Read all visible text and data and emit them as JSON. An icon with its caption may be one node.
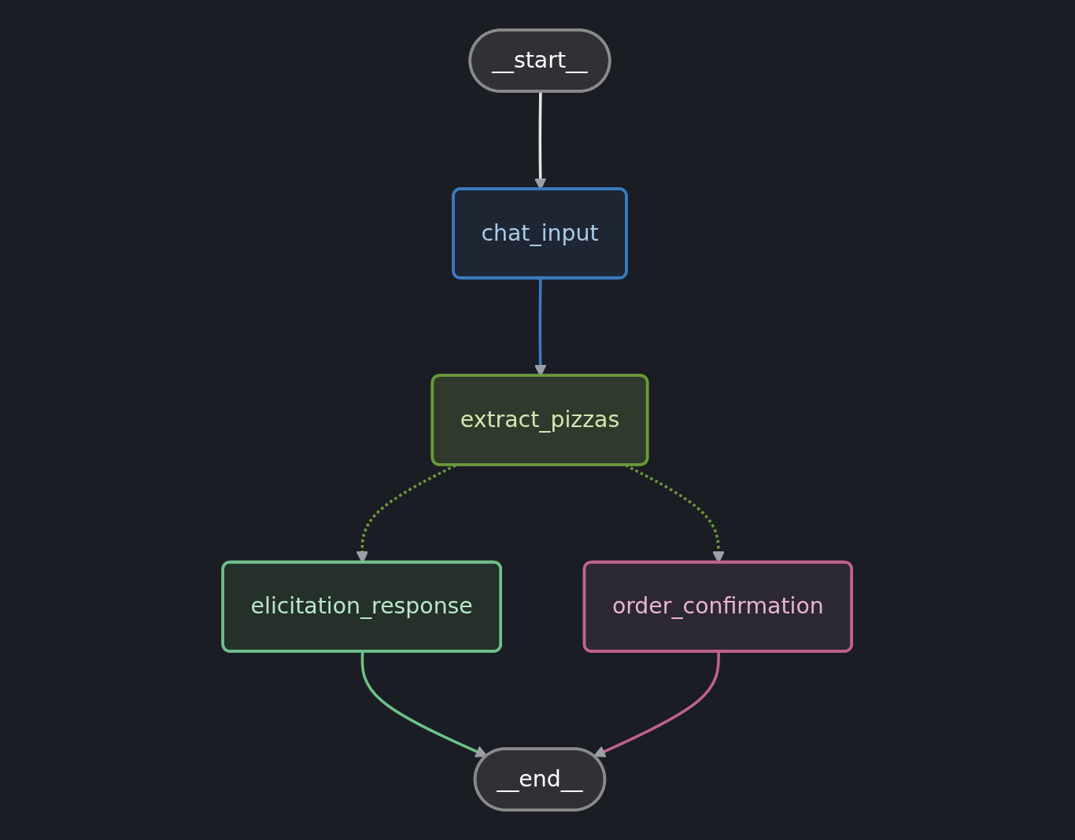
{
  "diagram": {
    "nodes": [
      {
        "text": [
          "__start__"
        ]
      },
      {
        "text": [
          "chat_input"
        ]
      },
      {
        "text": [
          "extract_pizzas"
        ]
      },
      {
        "text": [
          "elicitation_response"
        ]
      },
      {
        "text": [
          "order_confirmation"
        ]
      },
      {
        "text": [
          "__end__"
        ]
      }
    ],
    "edges": [
      {
        "from": 0,
        "to": 1,
        "arrow": "to",
        "color": "#e6e6e6"
      },
      {
        "from": 1,
        "to": 2,
        "arrow": "to",
        "color": "#3b7bbf"
      },
      {
        "from": 2,
        "to": 3,
        "arrow": "to",
        "style": "dashed",
        "color": "#6a9a3a"
      },
      {
        "from": 2,
        "to": 4,
        "arrow": "to",
        "style": "dashed",
        "color": "#6a9a3a"
      },
      {
        "from": 3,
        "to": 5,
        "arrow": "to",
        "color": "#6fbf8a"
      },
      {
        "from": 4,
        "to": 5,
        "arrow": "to",
        "color": "#c0628a"
      }
    ]
  }
}
